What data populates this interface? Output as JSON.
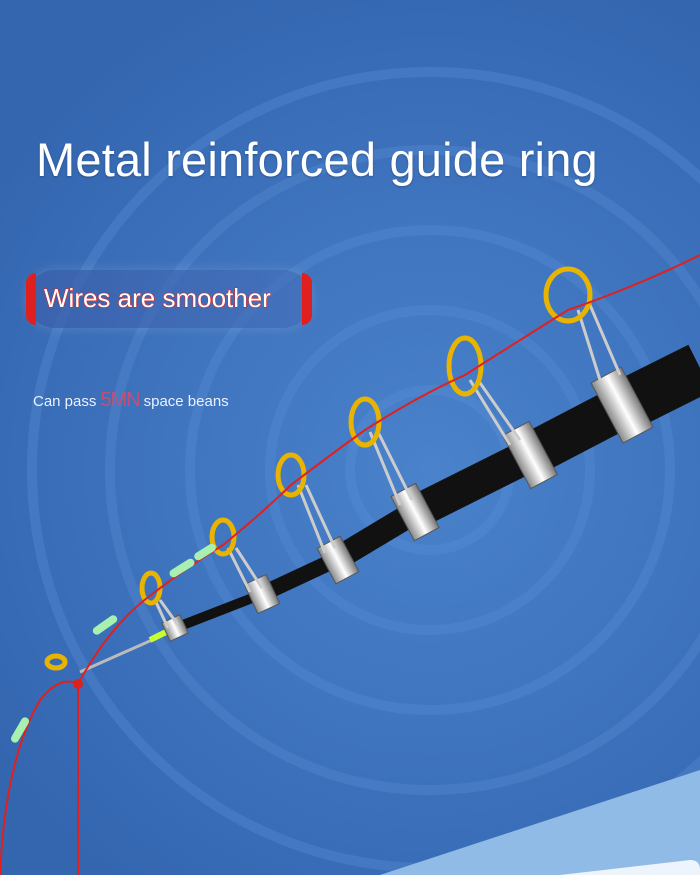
{
  "title": "Metal reinforced guide ring",
  "badge": "Wires are smoother",
  "caption": {
    "prefix": "Can pass",
    "highlight": "5MN",
    "suffix": "space beans"
  },
  "colors": {
    "background": "#3d73bd",
    "line": "#e0201f",
    "bead": "#9ef0a8",
    "ring": "#f2c21a"
  }
}
